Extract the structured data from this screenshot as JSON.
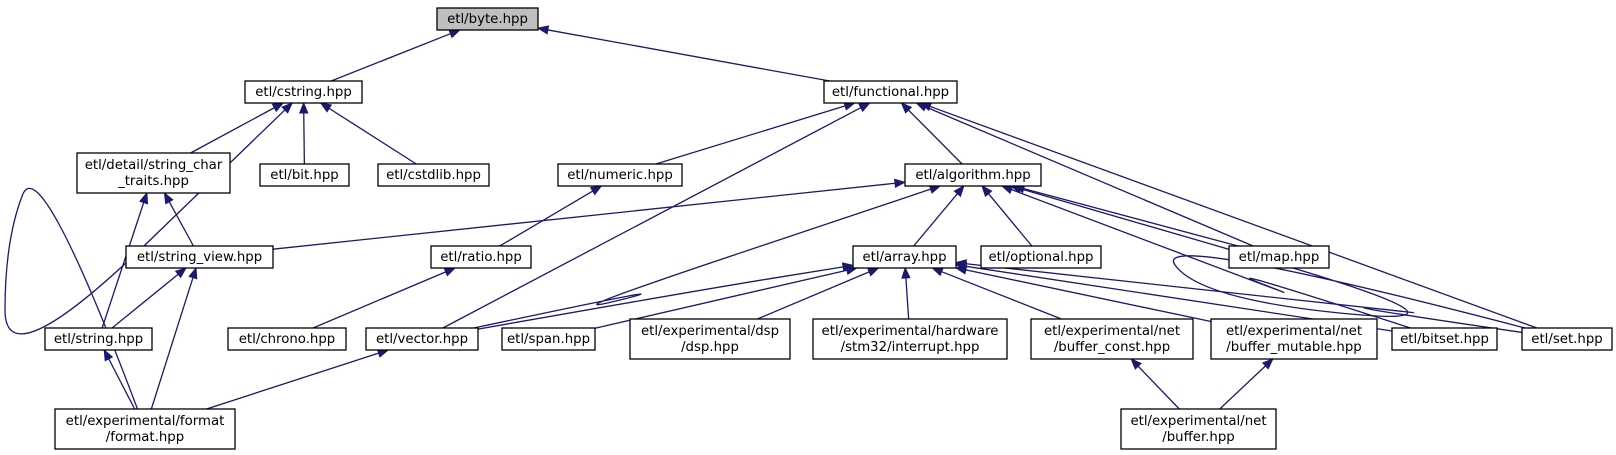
{
  "diagram": {
    "colors": {
      "edge": "#191970",
      "root_fill": "#bfbfbf",
      "node_fill": "#ffffff",
      "border": "#000000"
    },
    "nodes": [
      {
        "id": "byte",
        "lines": [
          "etl/byte.hpp"
        ],
        "root": true
      },
      {
        "id": "cstring",
        "lines": [
          "etl/cstring.hpp"
        ]
      },
      {
        "id": "functional",
        "lines": [
          "etl/functional.hpp"
        ]
      },
      {
        "id": "string_char_traits",
        "lines": [
          "etl/detail/string_char",
          "_traits.hpp"
        ]
      },
      {
        "id": "bit",
        "lines": [
          "etl/bit.hpp"
        ]
      },
      {
        "id": "cstdlib",
        "lines": [
          "etl/cstdlib.hpp"
        ]
      },
      {
        "id": "numeric",
        "lines": [
          "etl/numeric.hpp"
        ]
      },
      {
        "id": "algorithm",
        "lines": [
          "etl/algorithm.hpp"
        ]
      },
      {
        "id": "string_view",
        "lines": [
          "etl/string_view.hpp"
        ]
      },
      {
        "id": "ratio",
        "lines": [
          "etl/ratio.hpp"
        ]
      },
      {
        "id": "array",
        "lines": [
          "etl/array.hpp"
        ]
      },
      {
        "id": "optional",
        "lines": [
          "etl/optional.hpp"
        ]
      },
      {
        "id": "map",
        "lines": [
          "etl/map.hpp"
        ]
      },
      {
        "id": "string",
        "lines": [
          "etl/string.hpp"
        ]
      },
      {
        "id": "chrono",
        "lines": [
          "etl/chrono.hpp"
        ]
      },
      {
        "id": "vector",
        "lines": [
          "etl/vector.hpp"
        ]
      },
      {
        "id": "span",
        "lines": [
          "etl/span.hpp"
        ]
      },
      {
        "id": "dsp",
        "lines": [
          "etl/experimental/dsp",
          "/dsp.hpp"
        ]
      },
      {
        "id": "interrupt",
        "lines": [
          "etl/experimental/hardware",
          "/stm32/interrupt.hpp"
        ]
      },
      {
        "id": "buffer_const",
        "lines": [
          "etl/experimental/net",
          "/buffer_const.hpp"
        ]
      },
      {
        "id": "buffer_mutable",
        "lines": [
          "etl/experimental/net",
          "/buffer_mutable.hpp"
        ]
      },
      {
        "id": "bitset",
        "lines": [
          "etl/bitset.hpp"
        ]
      },
      {
        "id": "set",
        "lines": [
          "etl/set.hpp"
        ]
      },
      {
        "id": "format",
        "lines": [
          "etl/experimental/format",
          "/format.hpp"
        ]
      },
      {
        "id": "buffer",
        "lines": [
          "etl/experimental/net",
          "/buffer.hpp"
        ]
      }
    ],
    "edges": [
      {
        "from": "cstring",
        "to": "byte"
      },
      {
        "from": "functional",
        "to": "byte"
      },
      {
        "from": "string_char_traits",
        "to": "cstring"
      },
      {
        "from": "bit",
        "to": "cstring"
      },
      {
        "from": "cstdlib",
        "to": "cstring"
      },
      {
        "from": "format",
        "to": "cstring"
      },
      {
        "from": "numeric",
        "to": "functional"
      },
      {
        "from": "algorithm",
        "to": "functional"
      },
      {
        "from": "vector",
        "to": "functional"
      },
      {
        "from": "map",
        "to": "functional"
      },
      {
        "from": "set",
        "to": "functional"
      },
      {
        "from": "string_view",
        "to": "string_char_traits"
      },
      {
        "from": "string",
        "to": "string_char_traits"
      },
      {
        "from": "ratio",
        "to": "numeric"
      },
      {
        "from": "string_view",
        "to": "algorithm"
      },
      {
        "from": "array",
        "to": "algorithm"
      },
      {
        "from": "optional",
        "to": "algorithm"
      },
      {
        "from": "map",
        "to": "algorithm"
      },
      {
        "from": "vector",
        "to": "algorithm"
      },
      {
        "from": "bitset",
        "to": "algorithm"
      },
      {
        "from": "set",
        "to": "algorithm"
      },
      {
        "from": "string",
        "to": "string_view"
      },
      {
        "from": "format",
        "to": "string_view"
      },
      {
        "from": "chrono",
        "to": "ratio"
      },
      {
        "from": "vector",
        "to": "array"
      },
      {
        "from": "span",
        "to": "array"
      },
      {
        "from": "dsp",
        "to": "array"
      },
      {
        "from": "interrupt",
        "to": "array"
      },
      {
        "from": "buffer_const",
        "to": "array"
      },
      {
        "from": "buffer_mutable",
        "to": "array"
      },
      {
        "from": "bitset",
        "to": "array"
      },
      {
        "from": "set",
        "to": "array"
      },
      {
        "from": "format",
        "to": "string"
      },
      {
        "from": "format",
        "to": "vector"
      },
      {
        "from": "buffer",
        "to": "buffer_const"
      },
      {
        "from": "buffer",
        "to": "buffer_mutable"
      }
    ]
  }
}
